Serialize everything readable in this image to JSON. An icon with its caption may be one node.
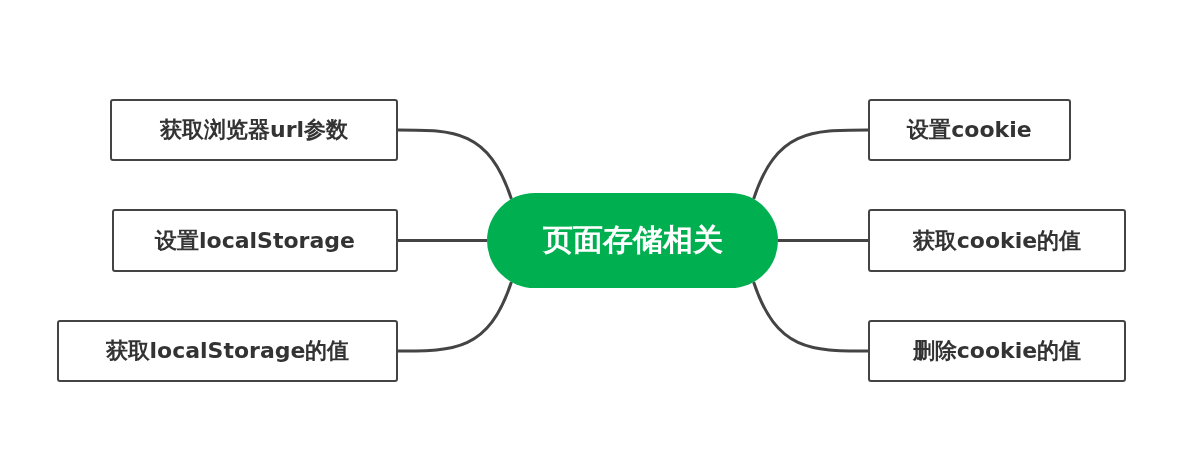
{
  "diagram": {
    "nodes": [
      {
        "text": [
          "页面存储相关"
        ]
      },
      {
        "text": [
          "获取浏览器url参数"
        ]
      },
      {
        "text": [
          "设置localStorage"
        ]
      },
      {
        "text": [
          "获取localStorage的值"
        ]
      },
      {
        "text": [
          "设置cookie"
        ]
      },
      {
        "text": [
          "获取cookie的值"
        ]
      },
      {
        "text": [
          "删除cookie的值"
        ]
      }
    ],
    "edges": [
      {
        "from": 0,
        "to": 1,
        "arrow": "none"
      },
      {
        "from": 0,
        "to": 2,
        "arrow": "none"
      },
      {
        "from": 0,
        "to": 3,
        "arrow": "none"
      },
      {
        "from": 0,
        "to": 4,
        "arrow": "none"
      },
      {
        "from": 0,
        "to": 5,
        "arrow": "none"
      },
      {
        "from": 0,
        "to": 6,
        "arrow": "none"
      }
    ]
  }
}
